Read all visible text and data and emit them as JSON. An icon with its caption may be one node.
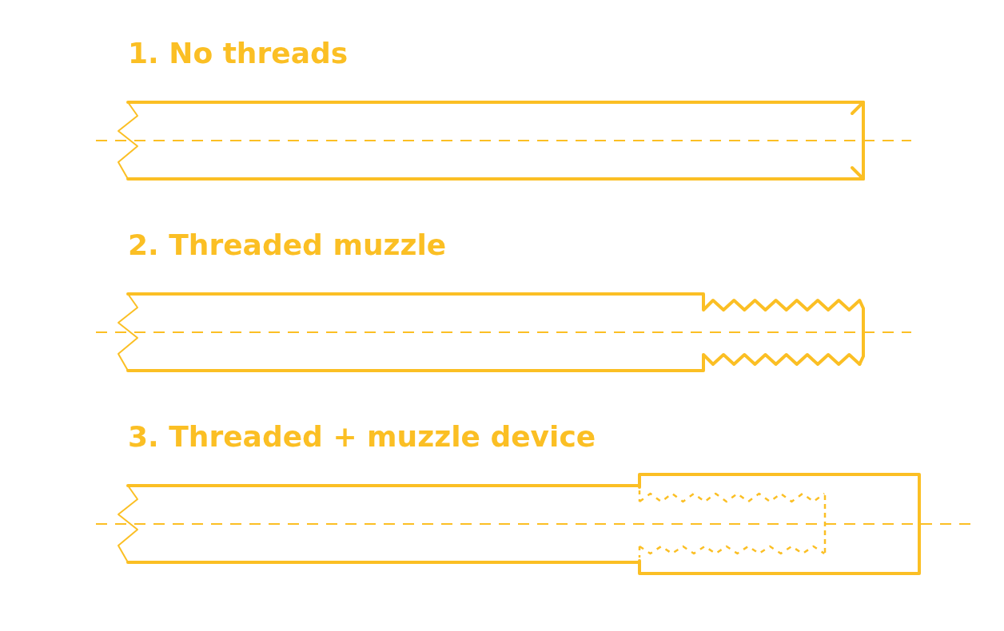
{
  "diagram": {
    "labels": [
      "1. No threads",
      "2. Threaded muzzle",
      "3. Threaded + muzzle device"
    ]
  }
}
